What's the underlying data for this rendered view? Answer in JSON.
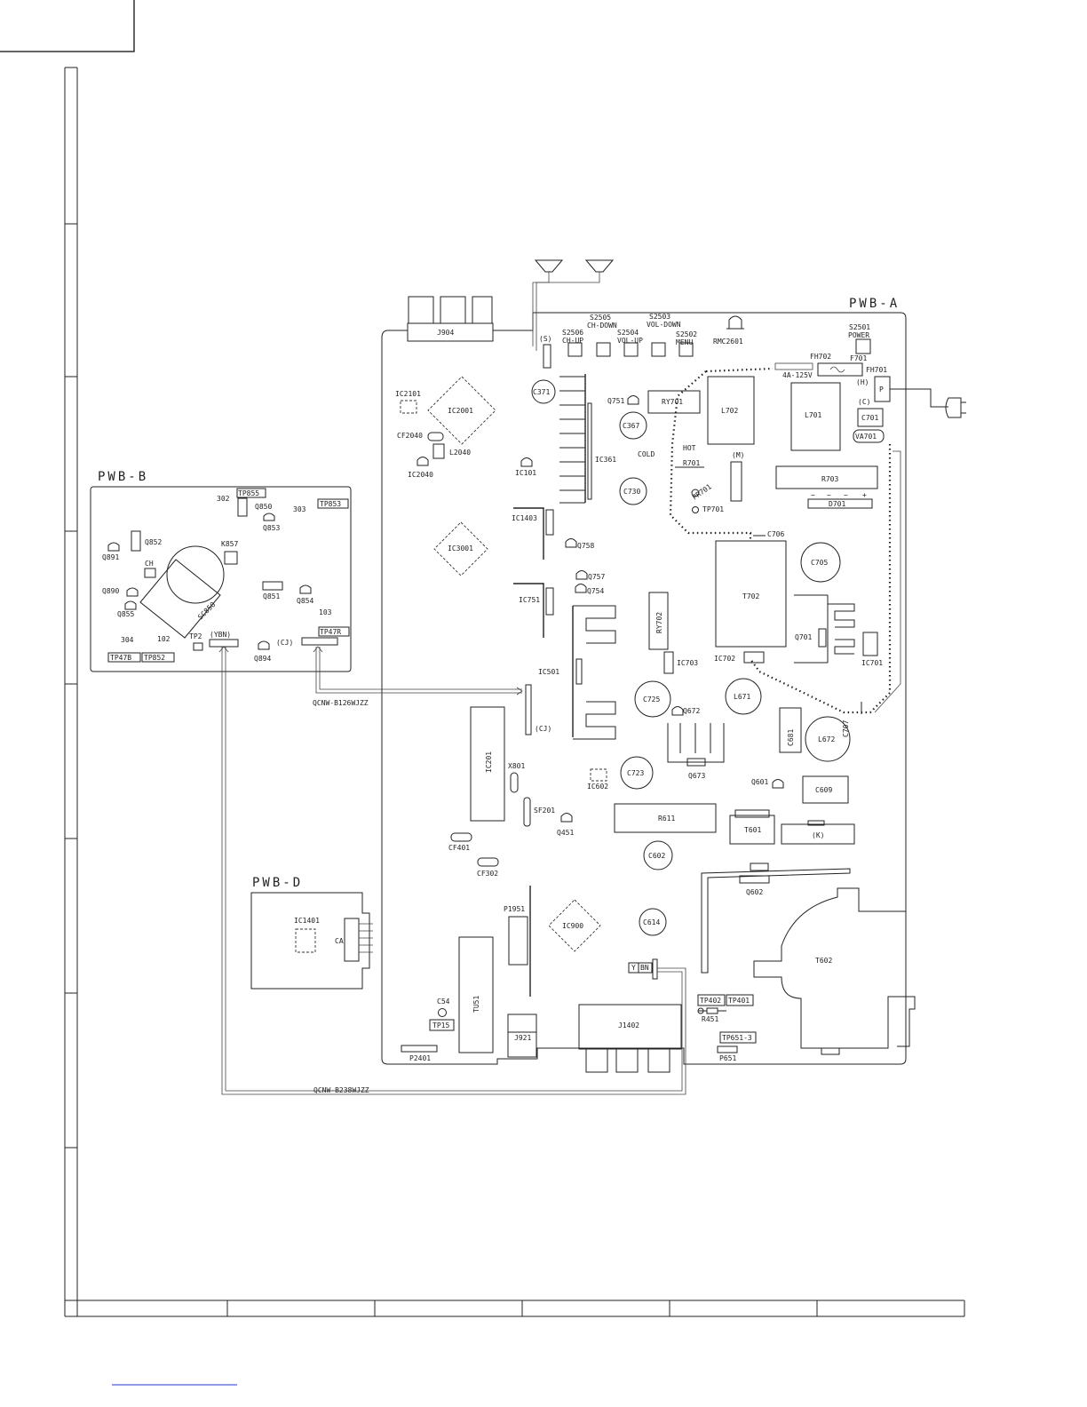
{
  "boards": {
    "pwb_a": {
      "title": "PWB-A",
      "labels": {
        "j904": "J904",
        "s_conn": "(S)",
        "s2506": "S2506",
        "s2506_fn": "CH-UP",
        "s2505": "S2505",
        "s2505_fn": "CH-DOWN",
        "s2504": "S2504",
        "s2504_fn": "VOL-UP",
        "s2503": "S2503",
        "s2503_fn": "VOL-DOWN",
        "s2502": "S2502",
        "s2502_fn": "MENU",
        "rmc2601": "RMC2601",
        "s2501": "S2501",
        "s2501_fn": "POWER",
        "fh702": "FH702",
        "f701": "F701",
        "fh701": "FH701",
        "fuse_rating": "4A-125V",
        "h_conn": "(H)",
        "p_conn": "P",
        "c_conn": "(C)",
        "c701": "C701",
        "va701": "VA701",
        "ic2101": "IC2101",
        "ic2001": "IC2001",
        "cf2040": "CF2040",
        "l2040": "L2040",
        "ic2040": "IC2040",
        "c371": "C371",
        "q751": "Q751",
        "c367": "C367",
        "ic361": "IC361",
        "ry701": "RY701",
        "l702": "L702",
        "l701": "L701",
        "hot": "HOT",
        "cold": "COLD",
        "r701": "R701",
        "m_conn": "(M)",
        "ic101": "IC101",
        "c730": "C730",
        "pr701": "PR701",
        "tp701": "TP701",
        "r703": "R703",
        "d701": "D701",
        "c706": "C706",
        "ic1403": "IC1403",
        "q758": "Q758",
        "ic3001": "IC3001",
        "t702": "T702",
        "c705": "C705",
        "q757": "Q757",
        "q754": "Q754",
        "ic751": "IC751",
        "ry702": "RY702",
        "q701": "Q701",
        "ic702": "IC702",
        "ic701": "IC701",
        "ic703": "IC703",
        "ic501": "IC501",
        "c725": "C725",
        "q672": "Q672",
        "l671": "L671",
        "c707": "C707",
        "cj_conn": "(CJ)",
        "c681": "C681",
        "l672": "L672",
        "ic201": "IC201",
        "x801": "X801",
        "ic602": "IC602",
        "c723": "C723",
        "q673": "Q673",
        "q601": "Q601",
        "c609": "C609",
        "sf201": "SF201",
        "q451": "Q451",
        "r611": "R611",
        "t601": "T601",
        "k_conn": "(K)",
        "cf401": "CF401",
        "c602": "C602",
        "cf302": "CF302",
        "q602": "Q602",
        "p1951": "P1951",
        "ic900": "IC900",
        "c614": "C614",
        "tu51": "TU51",
        "yb_y": "Y",
        "yb_bn": "BN",
        "t602": "T602",
        "c54": "C54",
        "tp15": "TP15",
        "j921": "J921",
        "j1402": "J1402",
        "tp402": "TP402",
        "tp401": "TP401",
        "r451": "R451",
        "tp651_3": "TP651-3",
        "p651": "P651",
        "p2401": "P2401",
        "polarity_minus": "−",
        "polarity_ac1": "~",
        "polarity_ac2": "~",
        "polarity_plus": "+"
      }
    },
    "pwb_b": {
      "title": "PWB-B",
      "labels": {
        "tp855": "TP855",
        "n302": "302",
        "q850": "Q850",
        "n303": "303",
        "tp853": "TP853",
        "q853": "Q853",
        "q852": "Q852",
        "k857": "K857",
        "q891": "Q891",
        "ch": "CH",
        "q890": "Q890",
        "q851": "Q851",
        "q854": "Q854",
        "q855": "Q855",
        "sc850": "SC850",
        "n103": "103",
        "tp47r": "TP47R",
        "n304": "304",
        "n102": "102",
        "tp2": "TP2",
        "ybn": "(YBN)",
        "cj": "(CJ)",
        "tp47b": "TP47B",
        "tp852": "TP852",
        "q894": "Q894"
      }
    },
    "pwb_d": {
      "title": "PWB-D",
      "labels": {
        "ic1401": "IC1401",
        "ca": "CA"
      }
    }
  },
  "cables": {
    "cj_cable": "QCNW-B126WJZZ",
    "ybn_cable": "QCNW-B238WJZZ"
  }
}
